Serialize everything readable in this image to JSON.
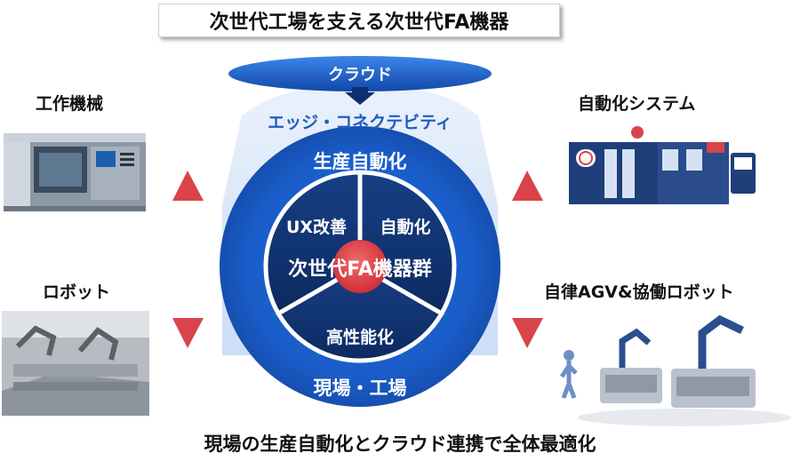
{
  "title": "次世代工場を支える次世代FA機器",
  "cloud": "クラウド",
  "edge_label": "エッジ・コネクテビティ",
  "ring_top": "生産自動化",
  "ring_bottom": "現場・工場",
  "segments": {
    "ux": "UX改善",
    "auto": "自動化",
    "perf": "高性能化"
  },
  "center": "次世代FA機器群",
  "corners": {
    "top_left": "工作機械",
    "bottom_left": "ロボット",
    "top_right": "自動化システム",
    "bottom_right": "自律AGV&協働ロボット"
  },
  "caption": "現場の生産自動化とクラウド連携で全体最適化",
  "colors": {
    "navy": "#0d2f6e",
    "blue": "#1e64d2",
    "arrow": "#d9434a",
    "light": "#c9dcf5"
  }
}
